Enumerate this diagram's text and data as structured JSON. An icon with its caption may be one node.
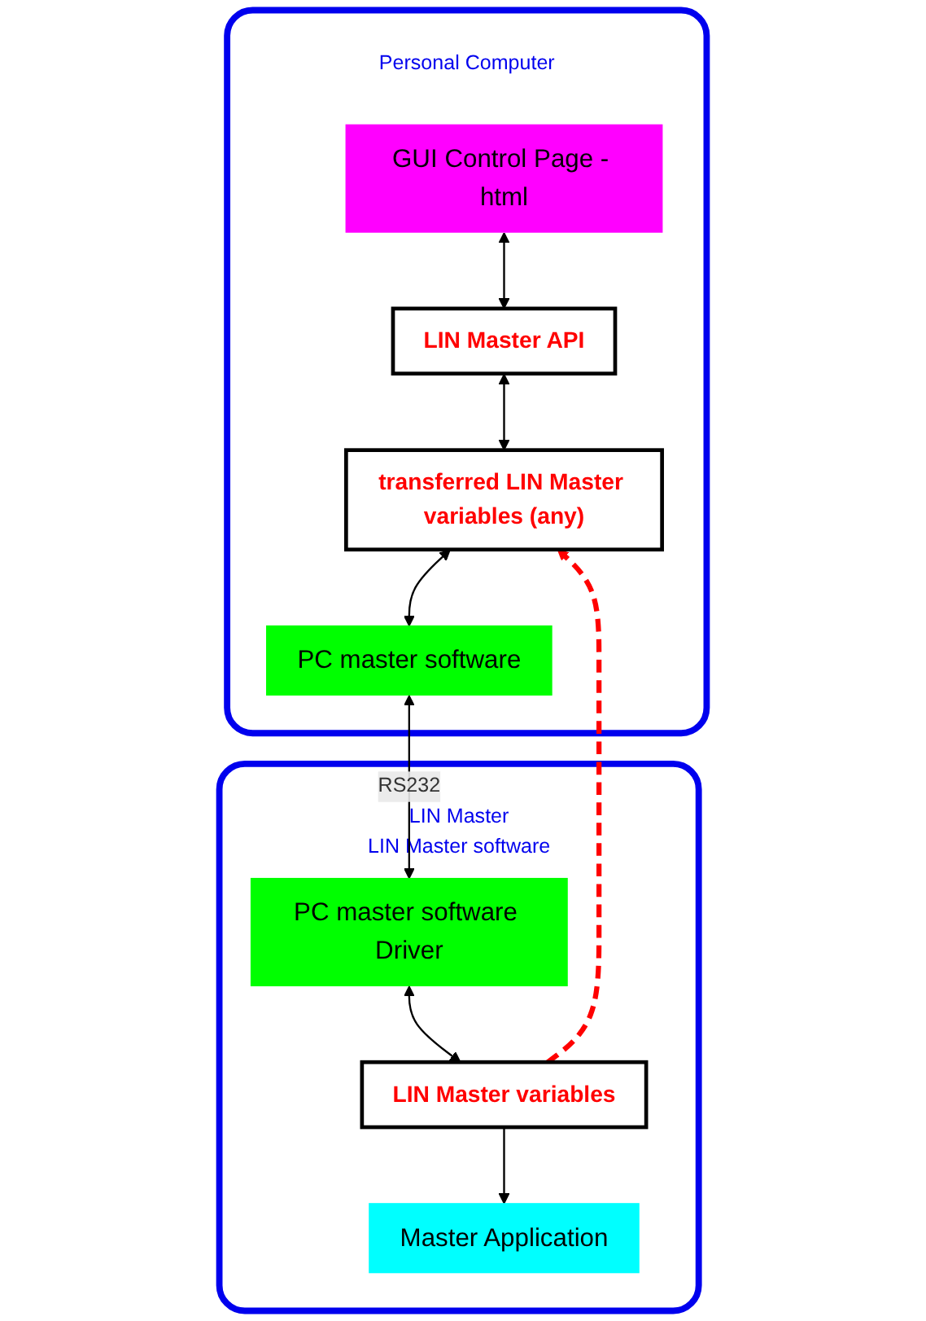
{
  "diagram": {
    "nodes": [
      {
        "text": [
          "Personal Computer"
        ]
      },
      {
        "text": [
          "GUI Control Page - html"
        ],
        "in": 0
      },
      {
        "text": [
          "LIN Master API"
        ],
        "in": 0
      },
      {
        "text": [
          "transferred LIN Master variables (any)"
        ],
        "in": 0
      },
      {
        "text": [
          "PC master software"
        ],
        "in": 0
      },
      {
        "text": [
          "LIN Master",
          "LIN Master software"
        ]
      },
      {
        "text": [
          "PC master software Driver"
        ],
        "in": 5
      },
      {
        "text": [
          "LIN Master variables"
        ],
        "in": 5
      },
      {
        "text": [
          "Master Application"
        ],
        "in": 5
      }
    ],
    "edges": [
      {
        "from": 1,
        "to": 2,
        "arrow": "both"
      },
      {
        "from": 2,
        "to": 3,
        "arrow": "both"
      },
      {
        "from": 3,
        "to": 4,
        "arrow": "both"
      },
      {
        "from": 4,
        "to": 6,
        "arrow": "both",
        "label": "RS232"
      },
      {
        "from": 6,
        "to": 7,
        "arrow": "both"
      },
      {
        "from": 7,
        "to": 8,
        "arrow": "to"
      },
      {
        "from": 7,
        "to": 3,
        "arrow": "to",
        "style": "dashed",
        "color": "#ff0000"
      }
    ]
  }
}
